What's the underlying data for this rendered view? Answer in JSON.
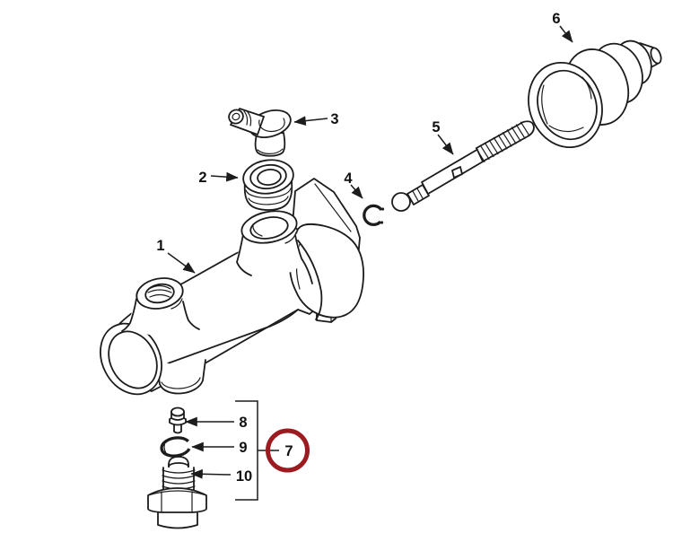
{
  "diagram": {
    "kind": "exploded-parts-diagram",
    "background": "#ffffff",
    "line_color": "#1c1c1c",
    "highlight_color": "#9c1b20",
    "highlighted_callout": "7",
    "callouts": {
      "c1": {
        "label": "1"
      },
      "c2": {
        "label": "2"
      },
      "c3": {
        "label": "3"
      },
      "c4": {
        "label": "4"
      },
      "c5": {
        "label": "5"
      },
      "c6": {
        "label": "6"
      },
      "c7": {
        "label": "7"
      },
      "c8": {
        "label": "8"
      },
      "c9": {
        "label": "9"
      },
      "c10": {
        "label": "10"
      }
    }
  }
}
